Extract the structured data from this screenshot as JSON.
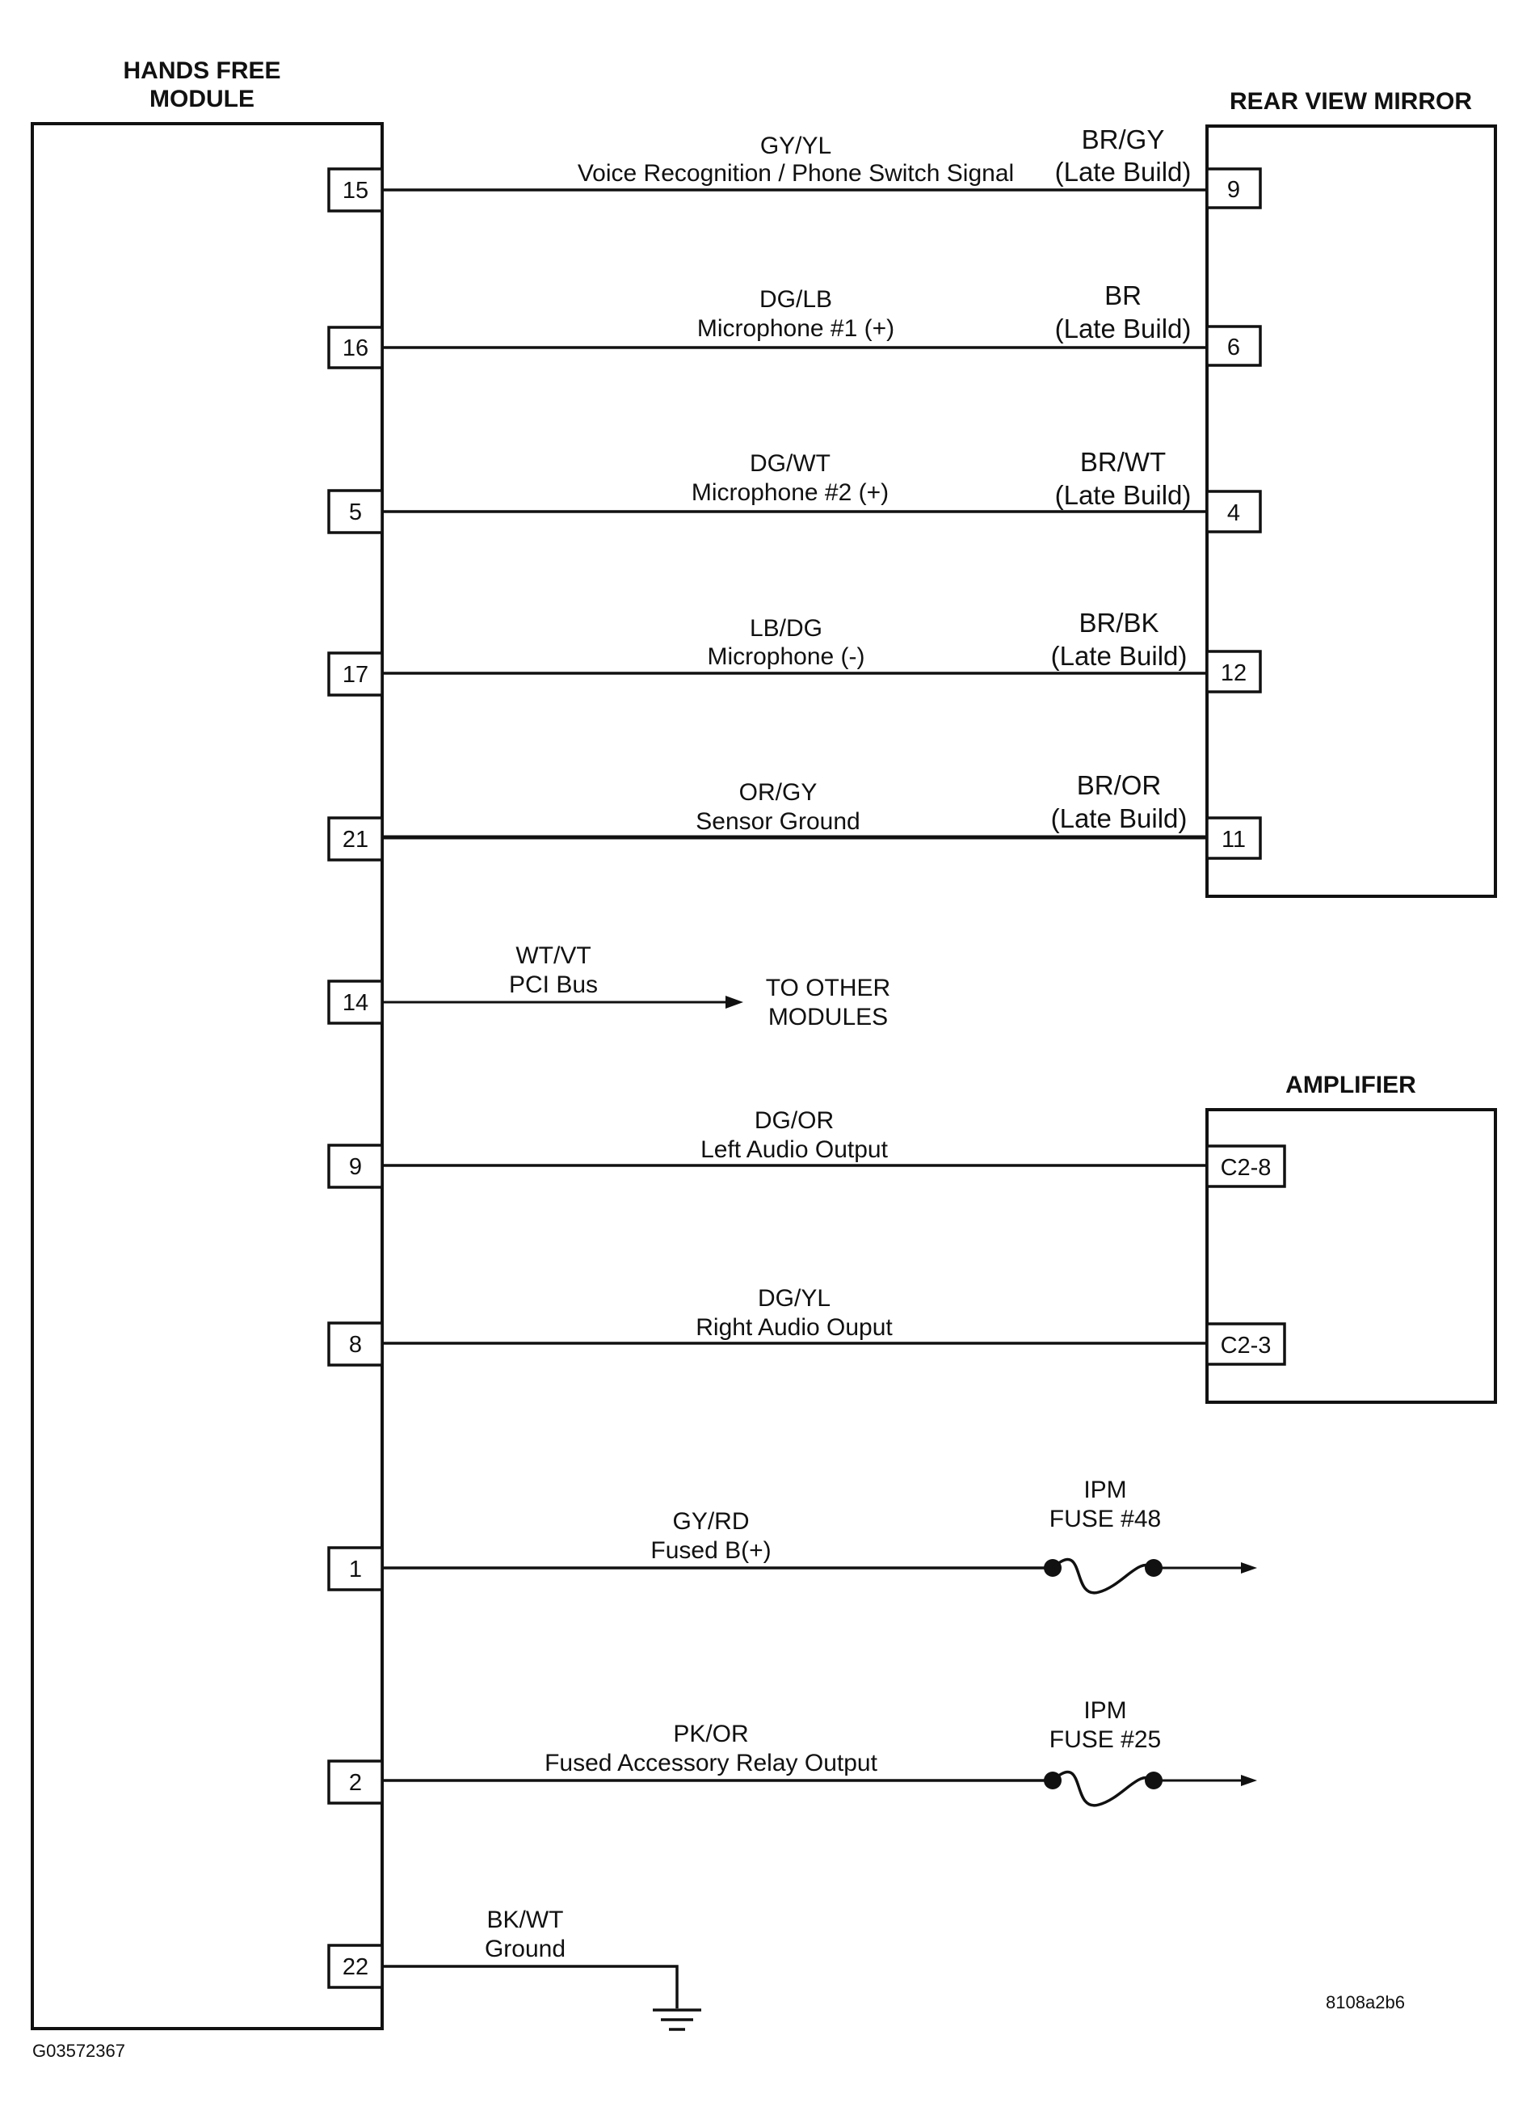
{
  "modules": {
    "hands_free": {
      "title_line1": "HANDS FREE",
      "title_line2": "MODULE"
    },
    "mirror": {
      "title": "REAR VIEW MIRROR"
    },
    "amplifier": {
      "title": "AMPLIFIER"
    }
  },
  "mirror_circuits": [
    {
      "pin": "15",
      "color": "GY/YL",
      "function": "Voice Recognition / Phone Switch Signal",
      "mirror_color": "BR/GY",
      "mirror_note": "(Late Build)",
      "mirror_pin": "9"
    },
    {
      "pin": "16",
      "color": "DG/LB",
      "function": "Microphone #1 (+)",
      "mirror_color": "BR",
      "mirror_note": "(Late Build)",
      "mirror_pin": "6"
    },
    {
      "pin": "5",
      "color": "DG/WT",
      "function": "Microphone #2 (+)",
      "mirror_color": "BR/WT",
      "mirror_note": "(Late Build)",
      "mirror_pin": "4"
    },
    {
      "pin": "17",
      "color": "LB/DG",
      "function": "Microphone (-)",
      "mirror_color": "BR/BK",
      "mirror_note": "(Late Build)",
      "mirror_pin": "12"
    },
    {
      "pin": "21",
      "color": "OR/GY",
      "function": "Sensor Ground",
      "mirror_color": "BR/OR",
      "mirror_note": "(Late Build)",
      "mirror_pin": "11"
    }
  ],
  "bus_circuit": {
    "pin": "14",
    "color": "WT/VT",
    "function": "PCI Bus",
    "dest_line1": "TO OTHER",
    "dest_line2": "MODULES"
  },
  "amp_circuits": [
    {
      "pin": "9",
      "color": "DG/OR",
      "function": "Left Audio Output",
      "amp_pin": "C2-8"
    },
    {
      "pin": "8",
      "color": "DG/YL",
      "function": "Right Audio Ouput",
      "amp_pin": "C2-3"
    }
  ],
  "fuse_circuits": [
    {
      "pin": "1",
      "color": "GY/RD",
      "function": "Fused B(+)",
      "fuse_line1": "IPM",
      "fuse_line2": "FUSE #48"
    },
    {
      "pin": "2",
      "color": "PK/OR",
      "function": "Fused Accessory Relay Output",
      "fuse_line1": "IPM",
      "fuse_line2": "FUSE #25"
    }
  ],
  "ground_circuit": {
    "pin": "22",
    "color": "BK/WT",
    "function": "Ground"
  },
  "codes": {
    "figure_code": "8108a2b6",
    "image_code": "G03572367"
  }
}
